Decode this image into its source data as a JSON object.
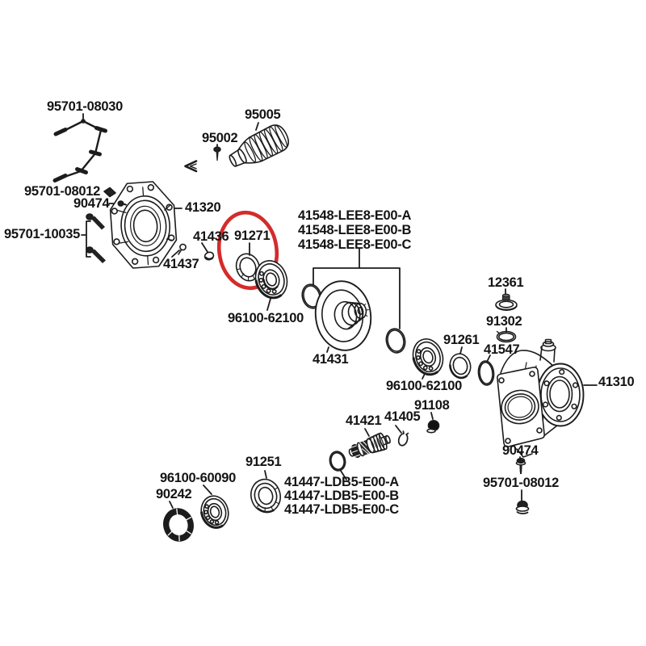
{
  "diagram": {
    "kind": "exploded-parts-diagram",
    "subject": "final gear / rear differential assembly",
    "background_color": "#ffffff",
    "line_color": "#1c1c1c",
    "highlight_color": "#d42b2b",
    "highlighted_part_number": "91271"
  },
  "parts": {
    "p95701_08030": "95701-08030",
    "p95005": "95005",
    "p95002": "95002",
    "p95701_08012_l": "95701-08012",
    "p90474_l": "90474",
    "p41320": "41320",
    "p95701_10035": "95701-10035",
    "p41436": "41436",
    "p91271": "91271",
    "p41437": "41437",
    "p41548_a": "41548-LEE8-E00-A",
    "p41548_b": "41548-LEE8-E00-B",
    "p41548_c": "41548-LEE8-E00-C",
    "p96100_62100_1": "96100-62100",
    "p41431": "41431",
    "p12361": "12361",
    "p91302": "91302",
    "p91261": "91261",
    "p41547": "41547",
    "p96100_62100_2": "96100-62100",
    "p41310": "41310",
    "p91108": "91108",
    "p41405": "41405",
    "p41421": "41421",
    "p90474_r": "90474",
    "p95701_08012_r": "95701-08012",
    "p91251": "91251",
    "p96100_60090": "96100-60090",
    "p90242": "90242",
    "p41447_a": "41447-LDB5-E00-A",
    "p41447_b": "41447-LDB5-E00-B",
    "p41447_c": "41447-LDB5-E00-C"
  }
}
